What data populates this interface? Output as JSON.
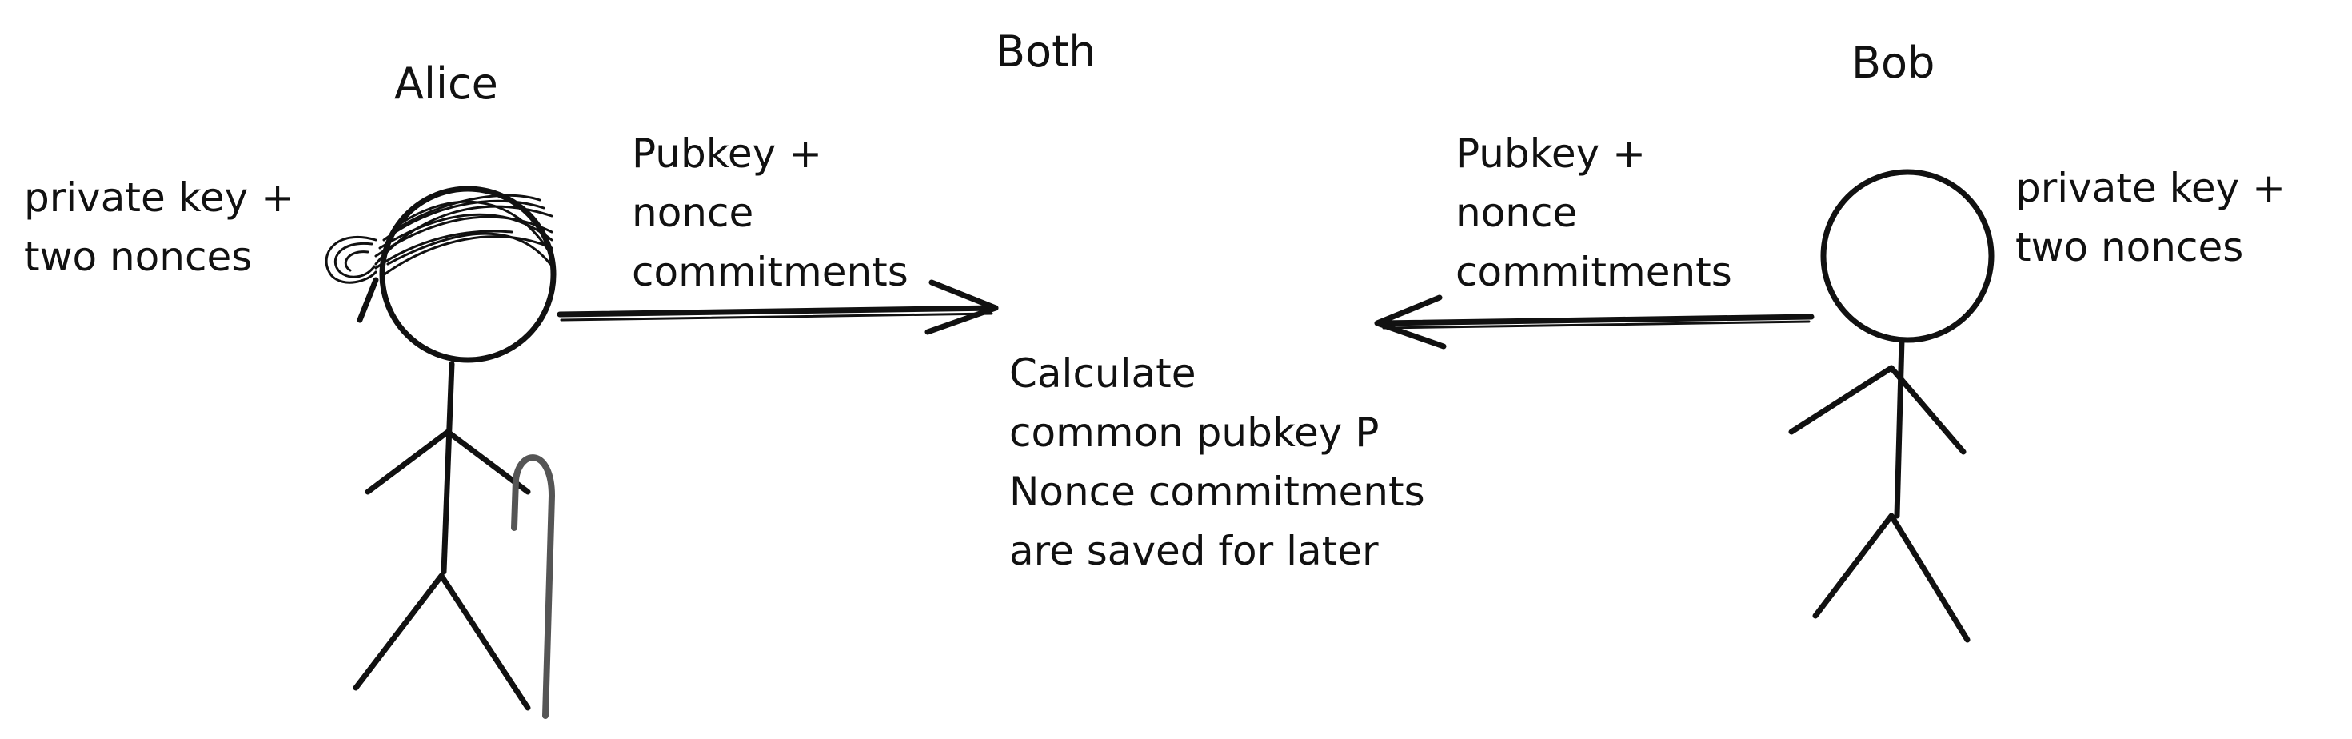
{
  "columns": {
    "alice": "Alice",
    "both": "Both",
    "bob": "Bob"
  },
  "alice_side": {
    "secret_lines": [
      "private key +",
      "two nonces"
    ],
    "message_lines": [
      "Pubkey +",
      "nonce",
      "commitments"
    ]
  },
  "bob_side": {
    "secret_lines": [
      "private key +",
      "two nonces"
    ],
    "message_lines": [
      "Pubkey +",
      "nonce",
      "commitments"
    ]
  },
  "both_side": {
    "result_lines": [
      "Calculate",
      "common pubkey P",
      "Nonce commitments",
      "are saved for later"
    ]
  }
}
